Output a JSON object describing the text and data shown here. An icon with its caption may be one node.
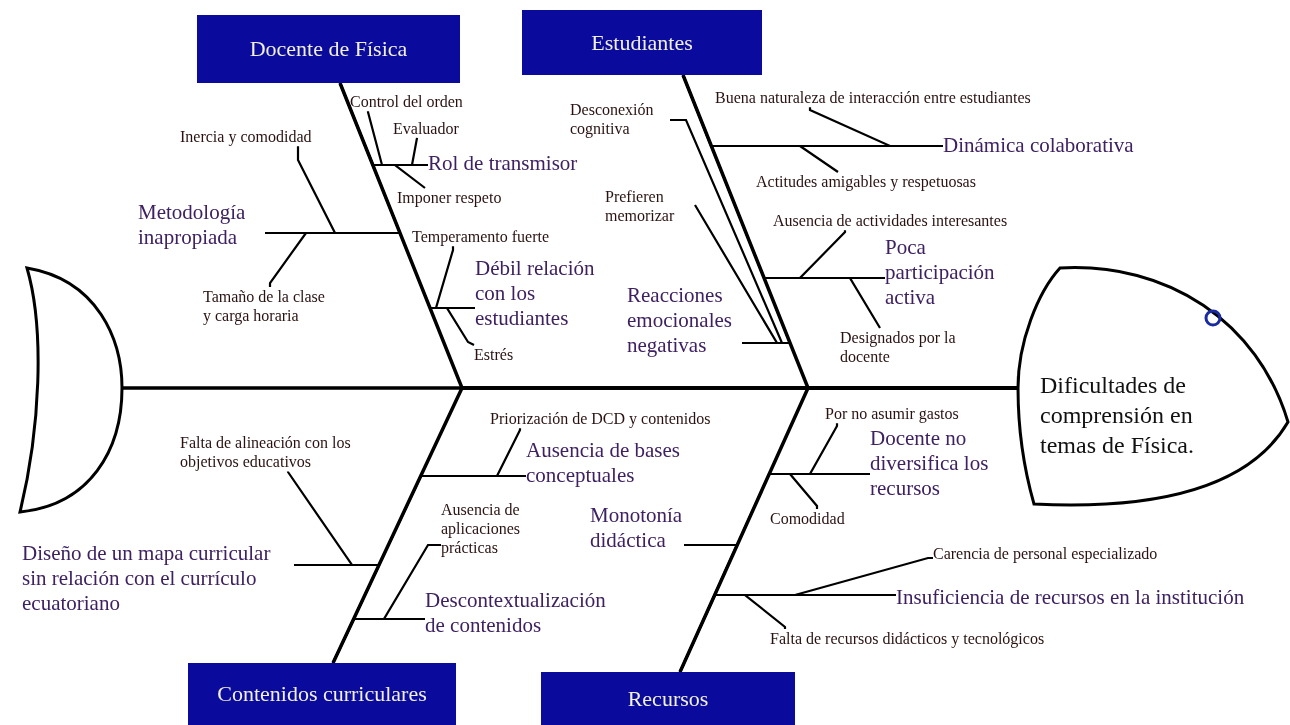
{
  "diagram": {
    "nodes": [
      {
        "text": [
          "Docente de Física"
        ]
      },
      {
        "text": [
          "Estudiantes"
        ]
      },
      {
        "text": [
          "Control del orden"
        ]
      },
      {
        "text": [
          "Evaluador"
        ]
      },
      {
        "text": [
          "Rol de transmisor"
        ]
      },
      {
        "text": [
          "Imponer respeto"
        ]
      },
      {
        "text": [
          "Inercia y comodidad"
        ]
      },
      {
        "text": [
          "Metodología inapropiada"
        ]
      },
      {
        "text": [
          "Temperamento fuerte"
        ]
      },
      {
        "text": [
          "Tamaño de la clase y carga horaria"
        ]
      },
      {
        "text": [
          "Débil relación con los estudiantes"
        ]
      },
      {
        "text": [
          "Estrés"
        ]
      },
      {
        "text": [
          "Desconexión cognitiva"
        ]
      },
      {
        "text": [
          "Buena naturaleza de interacción entre estudiantes"
        ]
      },
      {
        "text": [
          "Dinámica colaborativa"
        ]
      },
      {
        "text": [
          "Actitudes amigables y respetuosas"
        ]
      },
      {
        "text": [
          "Prefieren memorizar"
        ]
      },
      {
        "text": [
          "Ausencia de actividades interesantes"
        ]
      },
      {
        "text": [
          "Poca participación activa"
        ]
      },
      {
        "text": [
          "Reacciones emocionales negativas"
        ]
      },
      {
        "text": [
          "Designados por la docente"
        ]
      },
      {
        "text": [],
        "shape": "crescent"
      },
      {
        "text": [
          "Dificultades de comprensión en temas de Física."
        ]
      },
      {
        "text": [
          "Priorización de DCD y contenidos"
        ]
      },
      {
        "text": [
          "Por no asumir gastos"
        ]
      },
      {
        "text": [
          "Falta de alineación con los objetivos educativos"
        ]
      },
      {
        "text": [
          "Ausencia de bases conceptuales"
        ]
      },
      {
        "text": [
          "Docente no diversifica los recursos"
        ]
      },
      {
        "text": [
          "Ausencia de aplicaciones prácticas"
        ]
      },
      {
        "text": [
          "Monotonía didáctica"
        ]
      },
      {
        "text": [
          "Comodidad"
        ]
      },
      {
        "text": [
          "Diseño de un mapa curricular sin relación con el currículo ecuatoriano"
        ]
      },
      {
        "text": [
          "Carencia de personal especializado"
        ]
      },
      {
        "text": [
          "Descontextualización de contenidos"
        ]
      },
      {
        "text": [
          "Insuficiencia de recursos en la institución"
        ]
      },
      {
        "text": [
          "Falta de recursos didácticos y tecnológicos"
        ]
      },
      {
        "text": [
          "Contenidos curriculares"
        ]
      },
      {
        "text": [
          "Recursos"
        ]
      }
    ],
    "edges": [
      {
        "from": 21,
        "to": 22,
        "arrow": "none"
      },
      {
        "from": 0,
        "to": 22,
        "arrow": "none"
      },
      {
        "from": 1,
        "to": 22,
        "arrow": "none"
      },
      {
        "from": 36,
        "to": 22,
        "arrow": "none"
      },
      {
        "from": 37,
        "to": 22,
        "arrow": "none"
      },
      {
        "from": 4,
        "to": 0,
        "arrow": "none"
      },
      {
        "from": 7,
        "to": 0,
        "arrow": "none"
      },
      {
        "from": 10,
        "to": 0,
        "arrow": "none"
      },
      {
        "from": 14,
        "to": 1,
        "arrow": "none"
      },
      {
        "from": 18,
        "to": 1,
        "arrow": "none"
      },
      {
        "from": 19,
        "to": 1,
        "arrow": "none"
      },
      {
        "from": 26,
        "to": 36,
        "arrow": "none"
      },
      {
        "from": 31,
        "to": 36,
        "arrow": "none"
      },
      {
        "from": 33,
        "to": 36,
        "arrow": "none"
      },
      {
        "from": 27,
        "to": 37,
        "arrow": "none"
      },
      {
        "from": 29,
        "to": 37,
        "arrow": "none"
      },
      {
        "from": 34,
        "to": 37,
        "arrow": "none"
      },
      {
        "from": 2,
        "to": 4,
        "arrow": "none"
      },
      {
        "from": 3,
        "to": 4,
        "arrow": "none"
      },
      {
        "from": 5,
        "to": 4,
        "arrow": "none"
      },
      {
        "from": 6,
        "to": 7,
        "arrow": "none"
      },
      {
        "from": 9,
        "to": 7,
        "arrow": "none"
      },
      {
        "from": 8,
        "to": 10,
        "arrow": "none"
      },
      {
        "from": 11,
        "to": 10,
        "arrow": "none"
      },
      {
        "from": 13,
        "to": 14,
        "arrow": "none"
      },
      {
        "from": 15,
        "to": 14,
        "arrow": "none"
      },
      {
        "from": 17,
        "to": 18,
        "arrow": "none"
      },
      {
        "from": 20,
        "to": 18,
        "arrow": "none"
      },
      {
        "from": 12,
        "to": 19,
        "arrow": "none"
      },
      {
        "from": 16,
        "to": 19,
        "arrow": "none"
      },
      {
        "from": 23,
        "to": 26,
        "arrow": "none"
      },
      {
        "from": 25,
        "to": 31,
        "arrow": "none"
      },
      {
        "from": 28,
        "to": 33,
        "arrow": "none"
      },
      {
        "from": 24,
        "to": 27,
        "arrow": "none"
      },
      {
        "from": 30,
        "to": 27,
        "arrow": "none"
      },
      {
        "from": 32,
        "to": 34,
        "arrow": "none"
      },
      {
        "from": 35,
        "to": 34,
        "arrow": "none"
      }
    ]
  }
}
